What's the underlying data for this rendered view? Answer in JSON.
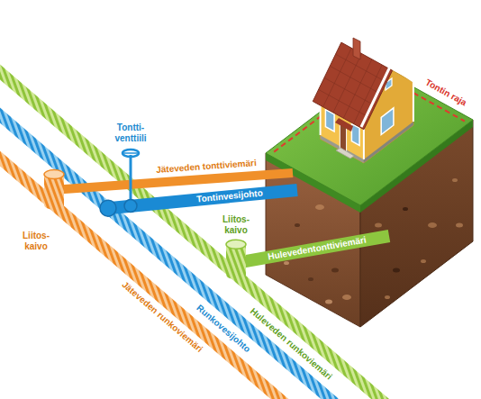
{
  "diagram": {
    "labels": [
      "Tontti- venttiili",
      "Jäteveden tonttiviemäri",
      "Tontinvesijohto",
      "Tontin raja",
      "Hulevedentonttiviemäri",
      "Liitos- kaivo",
      "Liitos- kaivo",
      "Huleveden runkoviemäri",
      "Runkovesijohto",
      "Jäteveden runkoviemäri"
    ]
  }
}
